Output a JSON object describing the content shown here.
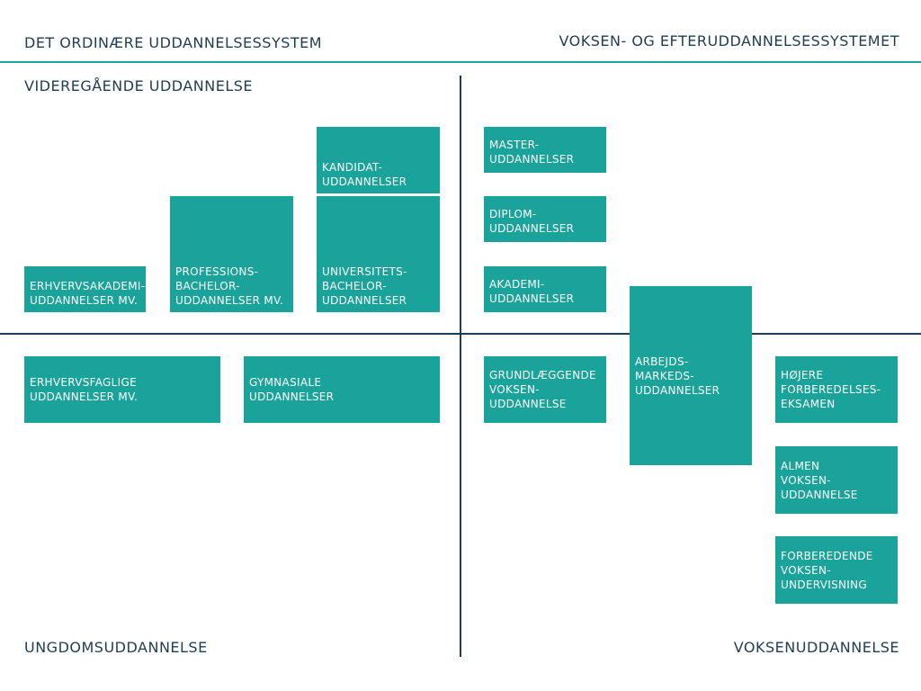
{
  "headers": {
    "top_left": "Det ordinære uddannelsessystem",
    "top_right": "Voksen- og efteruddannelsessystemet",
    "upper_left": "Videregående uddannelse",
    "bottom_left": "Ungdomsuddannelse",
    "bottom_right": "Voksenuddannelse"
  },
  "colors": {
    "box": "#1aa39a",
    "axis": "#1f3d50",
    "text": "#1f3d50"
  },
  "boxes": {
    "erhvervsakademi": "Erhvervsakademi-\nuddannelser mv.",
    "professionsbachelor": "Professions-\nbachelor-\nuddannelser mv.",
    "kandidat": "Kandidat-\nuddannelser",
    "universitetsbachelor": "Universitets-\nbachelor-\nuddannelser",
    "master": "Master-\nuddannelser",
    "diplom": "Diplom-\nuddannelser",
    "akademi": "Akademi-\nuddannelser",
    "erhvervsfaglige": "Erhvervsfaglige\nuddannelser mv.",
    "gymnasiale": "Gymnasiale\nuddannelser",
    "grundlaeggende": "Grundlæggende\nvoksen-\nuddannelse",
    "arbejdsmarked": "Arbejds-\nmarkeds-\nuddannelser",
    "hojere": "Højere\nforberedelses-\neksamen",
    "almen": "Almen\nvoksen-\nuddannelse",
    "forberedende": "Forberedende\nvoksen-\nundervisning"
  }
}
